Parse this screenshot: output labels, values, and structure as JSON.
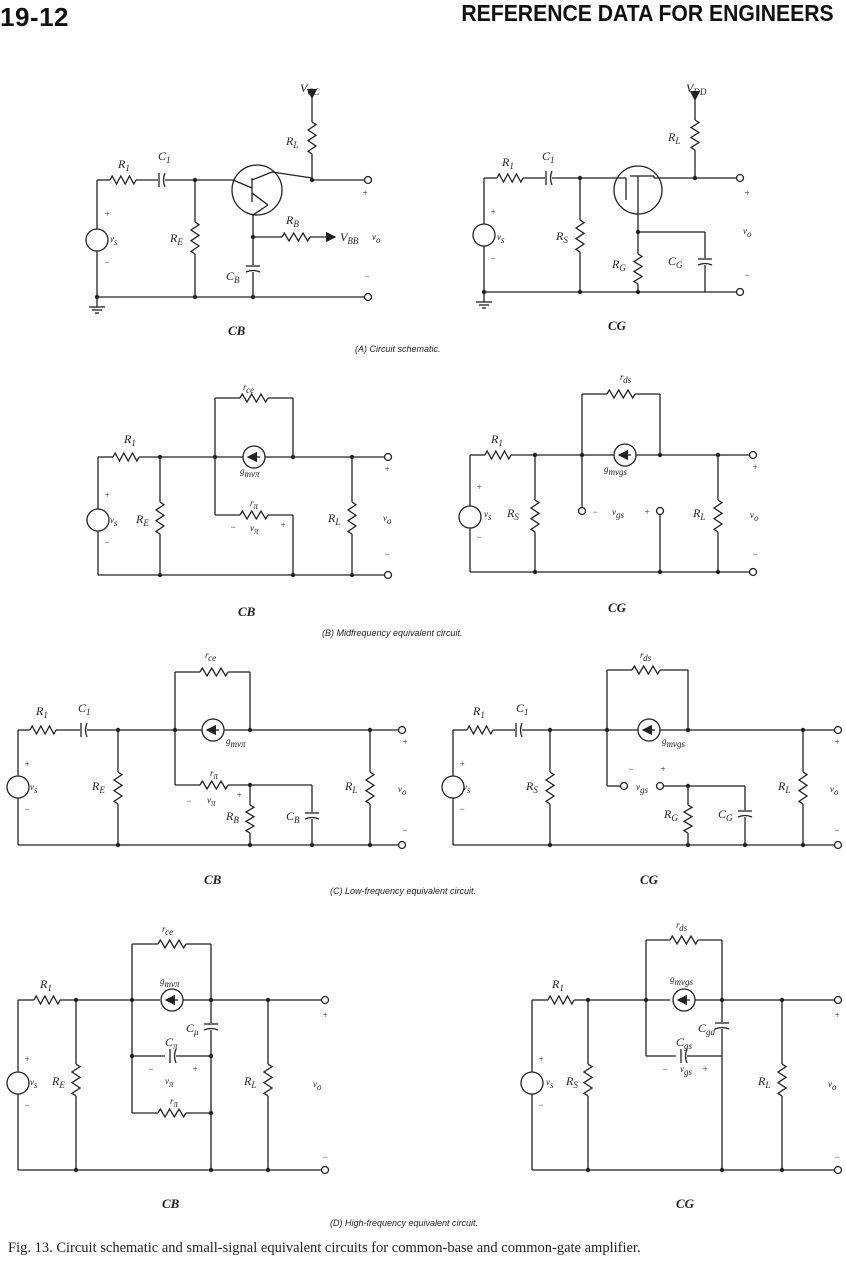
{
  "header": {
    "page_number": "19-12",
    "title": "REFERENCE DATA FOR ENGINEERS"
  },
  "sections": {
    "a": "(A) Circuit schematic.",
    "b": "(B) Midfrequency equivalent circuit.",
    "c": "(C) Low-frequency equivalent circuit.",
    "d": "(D) High-frequency equivalent circuit."
  },
  "circuit_tags": {
    "cb": "CB",
    "cg": "CG"
  },
  "caption": "Fig. 13. Circuit schematic and small-signal equivalent circuits for common-base and common-gate amplifier.",
  "labels": {
    "vcc": "V",
    "vcc_sub": "CC",
    "vdd": "V",
    "vdd_sub": "DD",
    "r": "R",
    "c": "C",
    "v": "v",
    "g": "g",
    "rr": "r",
    "sub_1": "1",
    "sub_L": "L",
    "sub_E": "E",
    "sub_B": "B",
    "sub_S": "S",
    "sub_G": "G",
    "sub_BB": "BB",
    "sub_o": "o",
    "sub_s": "s",
    "sub_m": "m",
    "sub_ce": "ce",
    "sub_ds": "ds",
    "sub_pi": "π",
    "sub_gs": "gs",
    "sub_gd": "gd",
    "sub_mu": "μ",
    "plus": "+",
    "minus": "−"
  }
}
